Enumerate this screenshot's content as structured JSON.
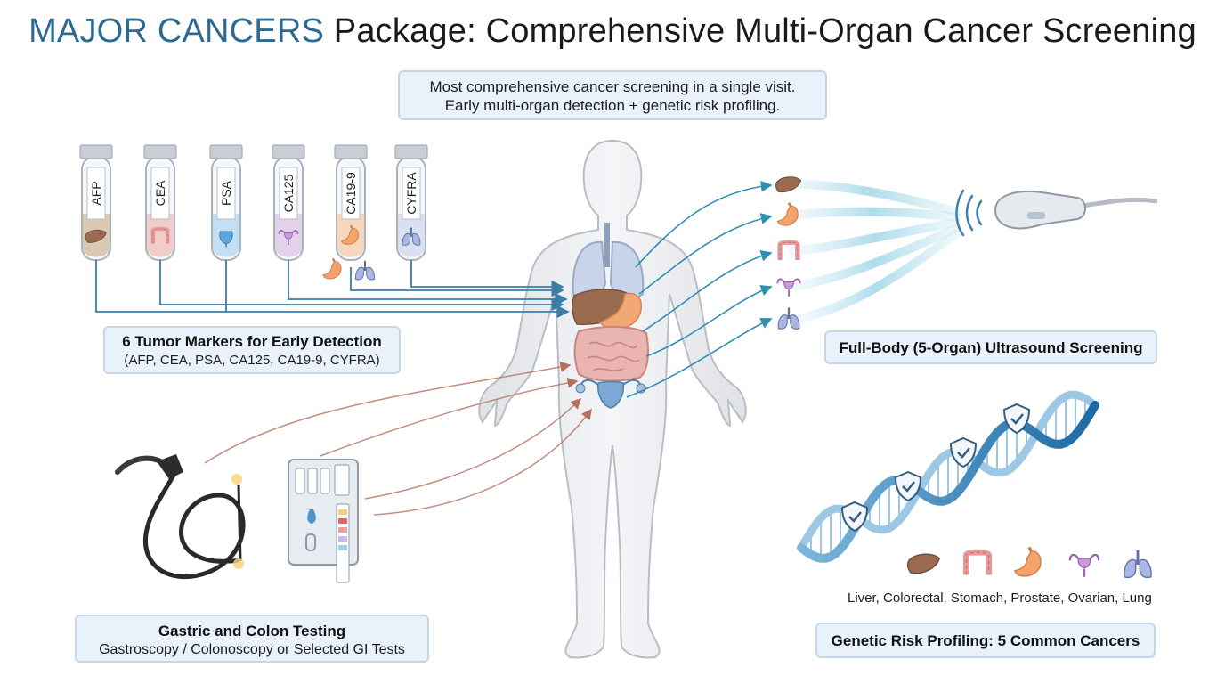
{
  "title": {
    "accent": "MAJOR CANCERS",
    "rest": " Package: Comprehensive Multi-Organ Cancer Screening"
  },
  "summary": {
    "line1": "Most comprehensive cancer screening in a single visit.",
    "line2": "Early multi-organ detection + genetic risk profiling."
  },
  "tumor_markers": {
    "heading": "6 Tumor Markers for Early Detection",
    "subheading": "(AFP, CEA, PSA, CA125, CA19-9, CYFRA)",
    "tubes": [
      {
        "label": "AFP",
        "organ": "liver-icon",
        "tint": "#d9c3a9"
      },
      {
        "label": "CEA",
        "organ": "colon-icon",
        "tint": "#f2c7c2"
      },
      {
        "label": "PSA",
        "organ": "prostate-icon",
        "tint": "#bfdcef"
      },
      {
        "label": "CA125",
        "organ": "uterus-icon",
        "tint": "#e2cdea"
      },
      {
        "label": "CA19-9",
        "organ": "stomach-icon",
        "tint": "#f6d3b7"
      },
      {
        "label": "CYFRA",
        "organ": "lungs-icon",
        "tint": "#d6def0"
      }
    ]
  },
  "ultrasound": {
    "heading": "Full-Body (5-Organ) Ultrasound Screening",
    "organs": [
      "liver-icon",
      "stomach-icon",
      "colon-icon",
      "uterus-icon",
      "lungs-icon"
    ]
  },
  "gi_testing": {
    "heading": "Gastric and Colon Testing",
    "subheading": "Gastroscopy / Colonoscopy or Selected GI Tests"
  },
  "genetic": {
    "heading": "Genetic Risk Profiling: 5 Common Cancers",
    "caption": "Liver, Colorectal, Stomach, Prostate, Ovarian, Lung",
    "organs": [
      "liver-icon",
      "colon-icon",
      "stomach-icon",
      "uterus-icon",
      "lungs-icon"
    ]
  },
  "colors": {
    "title_accent": "#2d6a92",
    "box_fill": "#e9f1fa",
    "box_border": "#c5d6e6",
    "marker_arrow": "#3a7ea8",
    "ultrasound_wave": "#5fb3cf",
    "gi_arrow": "#b3705e",
    "dna_blue": "#2f7fb8"
  }
}
